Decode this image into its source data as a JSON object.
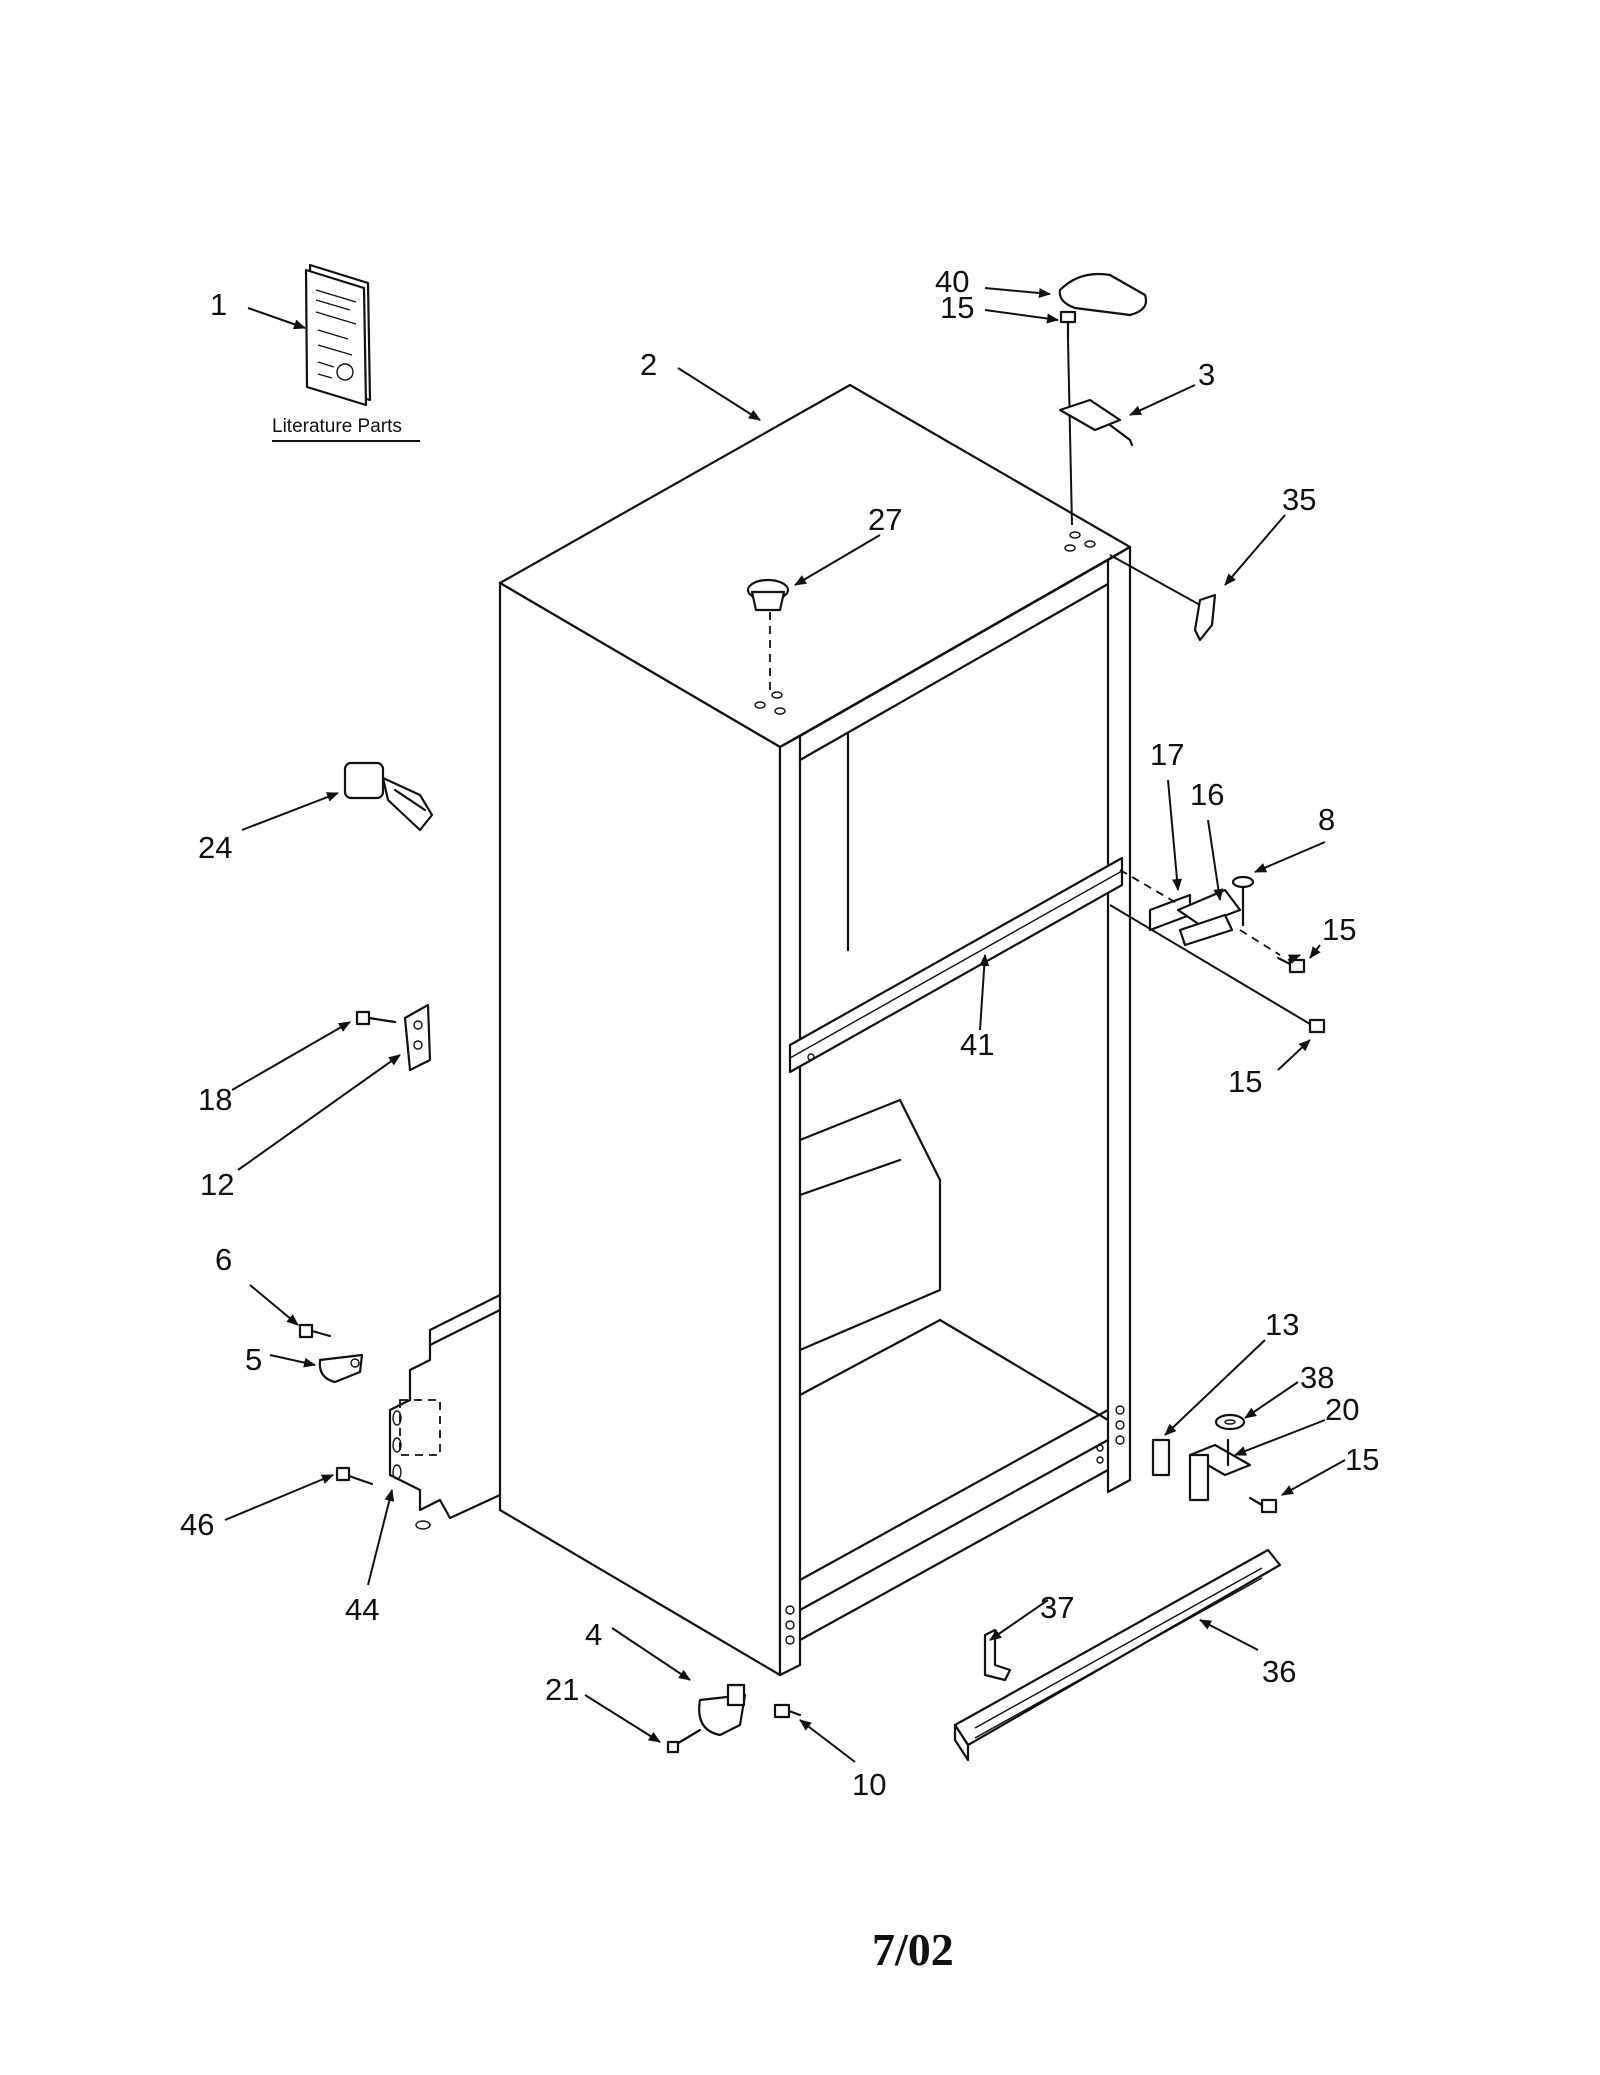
{
  "literature_label": "Literature Parts",
  "footer_date": "7/02",
  "callouts": {
    "c1": "1",
    "c2": "2",
    "c3": "3",
    "c4": "4",
    "c5": "5",
    "c6": "6",
    "c8": "8",
    "c10": "10",
    "c12": "12",
    "c13": "13",
    "c15a": "15",
    "c15b": "15",
    "c15c": "15",
    "c15d": "15",
    "c16": "16",
    "c17": "17",
    "c18": "18",
    "c20": "20",
    "c21": "21",
    "c24": "24",
    "c27": "27",
    "c35": "35",
    "c36": "36",
    "c37": "37",
    "c38": "38",
    "c40": "40",
    "c41": "41",
    "c44": "44",
    "c46": "46"
  }
}
